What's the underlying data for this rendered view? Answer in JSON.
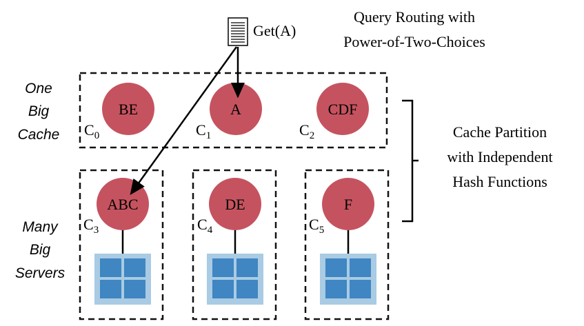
{
  "query": {
    "label": "Get(A)",
    "title_line1": "Query Routing with",
    "title_line2": "Power-of-Two-Choices"
  },
  "big_cache": {
    "label_line1": "One",
    "label_line2": "Big",
    "label_line3": "Cache",
    "nodes": [
      {
        "id": "C",
        "sub": "0",
        "keys": "BE"
      },
      {
        "id": "C",
        "sub": "1",
        "keys": "A"
      },
      {
        "id": "C",
        "sub": "2",
        "keys": "CDF"
      }
    ]
  },
  "servers": {
    "label_line1": "Many",
    "label_line2": "Big",
    "label_line3": "Servers",
    "nodes": [
      {
        "id": "C",
        "sub": "3",
        "keys": "ABC"
      },
      {
        "id": "C",
        "sub": "4",
        "keys": "DE"
      },
      {
        "id": "C",
        "sub": "5",
        "keys": "F"
      }
    ]
  },
  "partition": {
    "line1": "Cache Partition",
    "line2": "with Independent",
    "line3": "Hash Functions"
  },
  "colors": {
    "node_fill": "#c5535f",
    "server_outer": "#a9cbe3",
    "server_inner": "#3f86c2",
    "dash": "#111111"
  }
}
